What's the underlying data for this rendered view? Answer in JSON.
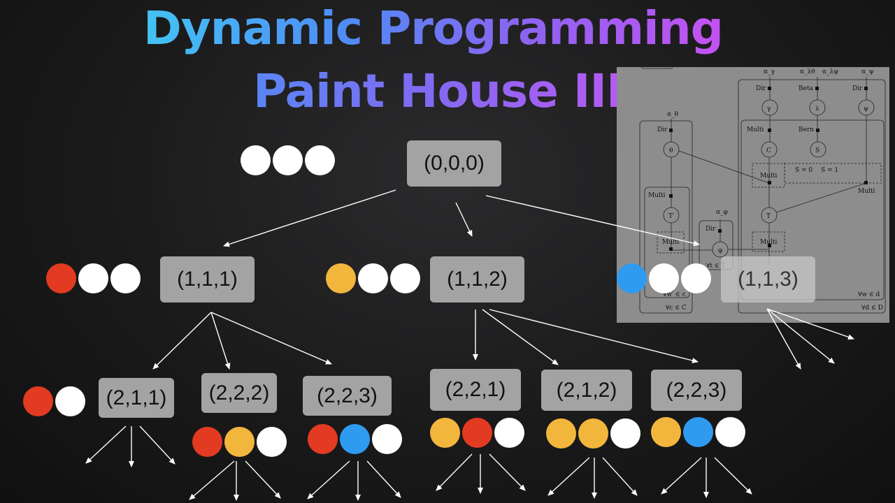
{
  "title_line1": "Dynamic Programming",
  "title_line2": "Paint House III",
  "colors": {
    "white": "#ffffff",
    "red": "#e33a22",
    "yellow": "#f3b63d",
    "blue": "#2f9bf0"
  },
  "nodes": {
    "root": "(0,0,0)",
    "l1a": "(1,1,1)",
    "l1b": "(1,1,2)",
    "l1c": "(1,1,3)",
    "l2a": "(2,1,1)",
    "l2b": "(2,2,2)",
    "l2c": "(2,2,3)",
    "l2d": "(2,2,1)",
    "l2e": "(2,1,2)",
    "l2f": "(2,2,3)"
  },
  "houses": {
    "root": [
      "white",
      "white",
      "white"
    ],
    "l1a": [
      "red",
      "white",
      "white"
    ],
    "l1b": [
      "yellow",
      "white",
      "white"
    ],
    "l1c": [
      "blue",
      "white",
      "white"
    ],
    "l2a": [
      "red",
      "white"
    ],
    "l2b": [
      "red",
      "yellow",
      "white"
    ],
    "l2c": [
      "red",
      "blue",
      "white"
    ],
    "l2d": [
      "yellow",
      "red",
      "white"
    ],
    "l2e": [
      "yellow",
      "yellow",
      "white"
    ],
    "l2f": [
      "yellow",
      "blue",
      "white"
    ]
  },
  "overlay": {
    "description_icon": "graphical-model-figure",
    "labels": [
      "α_γ",
      "α_λθ",
      "α_λψ",
      "α_ψ",
      "Dir",
      "Beta",
      "Dir",
      "γ",
      "λ",
      "ψ",
      "α_θ",
      "Dir",
      "θ",
      "Multi",
      "Bern",
      "C",
      "S",
      "Multi",
      "S = 0",
      "S = 1",
      "Multi",
      "Multi",
      "T′",
      "T",
      "α_φ",
      "Dir",
      "φ",
      "Multi",
      "Multi",
      "∀t ∈ T",
      "∀w′ ∈ c",
      "∀w ∈ d",
      "∀c ∈ C",
      "∀d ∈ D"
    ]
  }
}
